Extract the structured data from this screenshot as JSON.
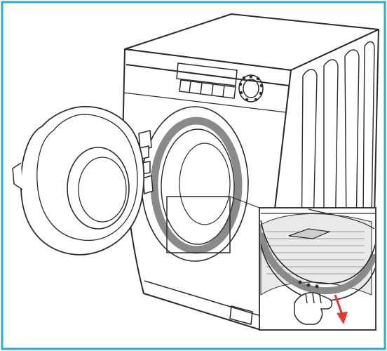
{
  "frame": {
    "border_color": "#29abe2"
  },
  "illustration": {
    "subject": "front-load-washing-machine",
    "door_state": "open",
    "highlight_area": "door-seal-bottom",
    "action_arrow_color": "#e8392f",
    "seal_color": "#8a8a8a",
    "line_color": "#2b2b2b"
  }
}
